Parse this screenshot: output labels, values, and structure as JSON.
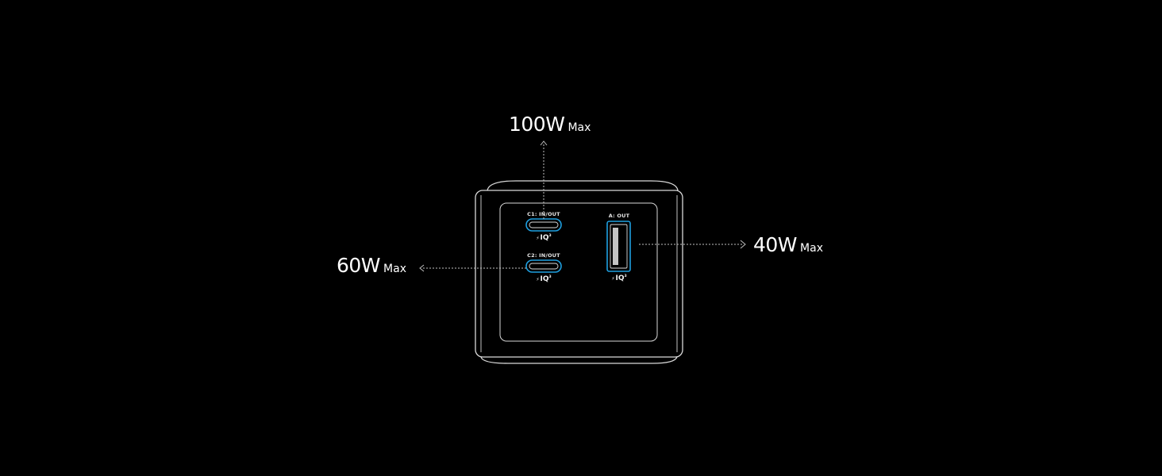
{
  "colors": {
    "background": "#000000",
    "outline": "#d9d9d9",
    "port_glow": "#1e9fe0",
    "leader_line": "#bfbfbf"
  },
  "outputs": {
    "top": {
      "value": "100W",
      "unit": "Max"
    },
    "left": {
      "value": "60W",
      "unit": "Max"
    },
    "right": {
      "value": "40W",
      "unit": "Max"
    }
  },
  "ports": {
    "c1": {
      "label": "C1: IN/OUT",
      "badge": "IQ",
      "badge_sup": "3"
    },
    "c2": {
      "label": "C2: IN/OUT",
      "badge": "IQ",
      "badge_sup": "3"
    },
    "a": {
      "label": "A: OUT",
      "badge": "IQ",
      "badge_sup": "3"
    }
  },
  "icons": {
    "arrow": "arrowhead-icon",
    "bolt": "lightning-bolt-icon"
  }
}
